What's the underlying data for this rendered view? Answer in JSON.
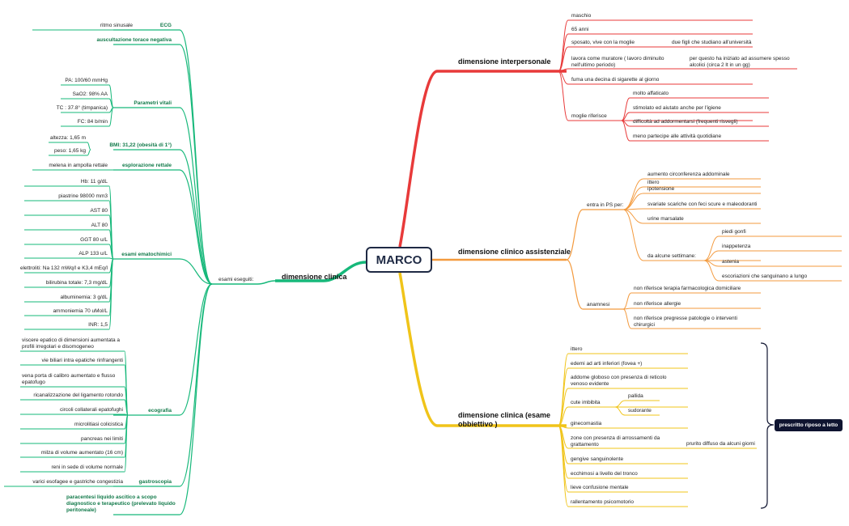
{
  "root": {
    "label": "MARCO"
  },
  "note": {
    "label": "prescritto riposo a letto"
  },
  "colors": {
    "clinica": "#16b87a",
    "interpersonale": "#e83a3a",
    "assistenziale": "#f39a3e",
    "obiettivo": "#f0c419",
    "note": "#0f1430"
  },
  "clinica": {
    "title": "dimensione clinica",
    "sub": "esami eseguiti:",
    "ecg": {
      "label": "ECG",
      "child": "ritmo sinusale"
    },
    "auscultazione": "auscultazione  torace negativa",
    "vitali": {
      "label": "Parametri vitali",
      "items": [
        "PA: 100/60 mmHg",
        "SaO2: 98% AA",
        "TC : 37.8° (timpanica)",
        "FC: 84 b/min"
      ]
    },
    "bmi": {
      "label": "BMI: 31,22 (obesità di 1°)",
      "items": [
        "altezza: 1,65 m",
        "peso: 1,65 kg"
      ]
    },
    "rettale": {
      "label": "esplorazione rettale",
      "child": "melena in ampolla rettale"
    },
    "ematochimici": {
      "label": "esami ematochimici",
      "items": [
        "Hb: 11 g/dL",
        "piastrine 98000 mm3",
        "AST 80",
        "ALT 80",
        "GGT 80 u/L",
        "ALP 133 u/L",
        "elettroliti: Na 132 mWq/l e K3,4 mEq/l",
        "bilirubina totale: 7,3 mg/dL",
        "albuminemia: 3 g/dL",
        "ammoniemia 70 uMol/L",
        "INR: 1,5"
      ]
    },
    "ecografia": {
      "label": "ecografia",
      "items": [
        "viscere epatico di dimensioni aumentata a profili irregolari e disomogeneo",
        "vie biliari intra epatiche rinfrangenti",
        "vena porta  di calibro aumentato e flusso epatofugo",
        "ricanalizzazione del ligamento rotondo",
        "circoli collaterali epatofughi",
        "microlitiasi colicistica",
        "pancreas nei limiti",
        "milza di volume aumentato (16 cm)",
        "reni in sede di volume normale"
      ]
    },
    "gastroscopia": {
      "label": "gastroscopia",
      "child": "varici esofagee e gastriche congestizia"
    },
    "paracentesi": "paracentesi liquido ascitico a scopo diagnostico e terapeutico (prelevato liquido peritoneale)"
  },
  "interpersonale": {
    "title": "dimensione interpersonale",
    "items": [
      "maschio",
      "65 anni",
      "sposato, vive con la moglie",
      "lavora come muratore ( lavoro diminuito nell'ultimo periodo)",
      "fuma una decina di sigarette al giorno",
      "moglie riferisce"
    ],
    "sposato_child": "due figli che studiano all'università",
    "lavora_child": "per questo ha iniziato ad assumere spesso alcolici (circa 2 lt in un gg)",
    "moglie_children": [
      "molto affaticato",
      "stimolato ed aiutato anche per l'igiene",
      "difficoltà ad addormentarsi (frequenti risvegli)",
      "meno partecipe alle attività quotidiane"
    ]
  },
  "assistenziale": {
    "title": "dimensione clinico assistenziale",
    "ps": {
      "label": "entra in PS per:",
      "items": [
        "ittero",
        "aumento circonferenza addominale",
        "ipotensione",
        "svariate scariche con feci scure e maleodoranti",
        "urine marsalate",
        "da alcune settimane:"
      ]
    },
    "settimane": [
      "piedi gonfi",
      "inappetenza",
      "astenia",
      "escoriazioni che sanguinano a lungo"
    ],
    "anamnesi": {
      "label": "anamnesi",
      "items": [
        "non riferisce terapia farmacologica domiciliare",
        "non riferisce allergie",
        "non riferisce pregresse patologie o interventi chirurgici"
      ]
    }
  },
  "obiettivo": {
    "title": "dimensione clinica (esame obbiettivo )",
    "items": [
      "ittero",
      "edemi ad arti inferiori (fovea +)",
      "addome globoso con presenza di reticolo venoso evidente",
      "cute imbibita",
      "ginecomastia",
      "zone con presenza di arrossamenti da grattamento",
      "gengive sanguinolente",
      "ecchimosi a livello del tronco",
      "lieve confusione mentale",
      "rallentamento psicomotorio"
    ],
    "cute_children": [
      "pallida",
      "sudorante"
    ],
    "zone_child": "prurito diffuso da alcuni giorni"
  }
}
